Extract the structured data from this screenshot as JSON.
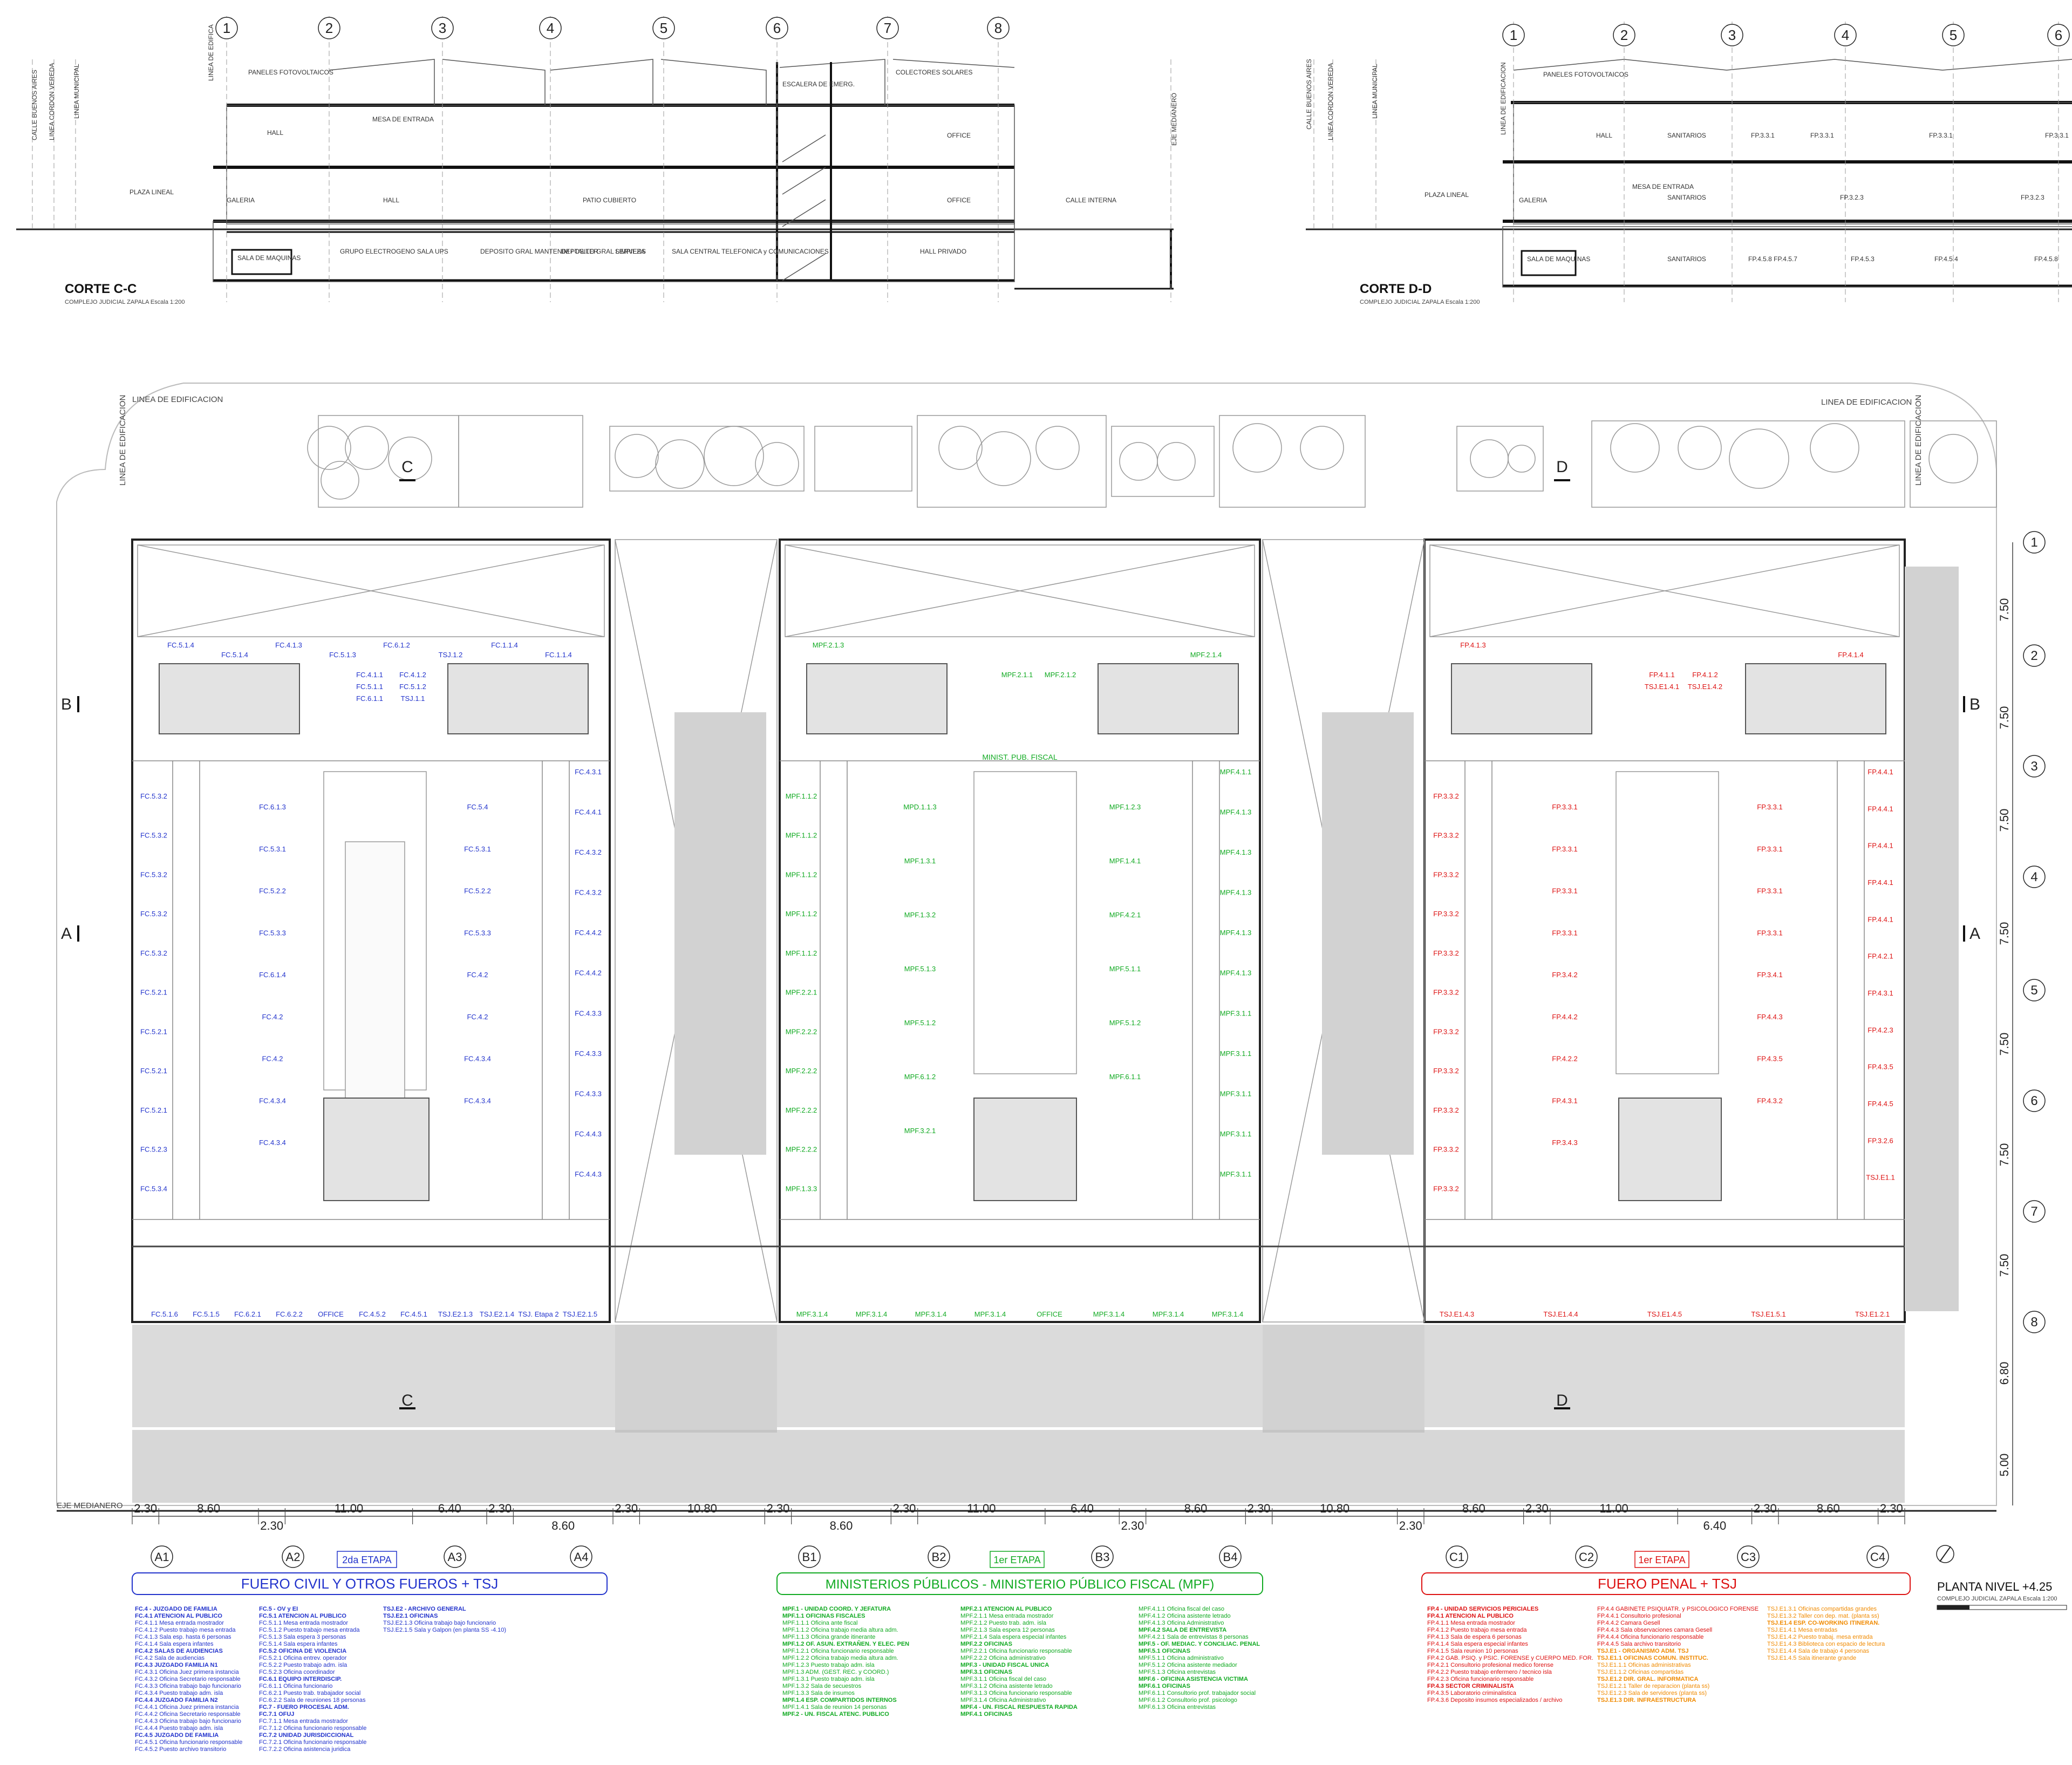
{
  "sections": {
    "cc": {
      "title": "CORTE C-C",
      "subtitle": "COMPLEJO JUDICIAL ZAPALA  Escala 1:200",
      "street_labels": [
        "CALLE BUENOS AIRES",
        "LINEA CORDON VEREDA",
        "LINEA MUNICIPAL",
        "LINEA DE EDIFICA"
      ],
      "right_label": "EJE MEDIANERO",
      "axis_numbers": [
        "1",
        "2",
        "3",
        "4",
        "5",
        "6",
        "7",
        "8"
      ],
      "roof_labels": [
        "PANELES FOTOVOLTAICOS",
        "COLECTORES SOLARES",
        "ESCALERA DE EMERG."
      ],
      "room_labels": [
        "HALL",
        "MESA DE ENTRADA",
        "GALERIA",
        "HALL",
        "PATIO CUBIERTO",
        "OFFICE",
        "OFFICE",
        "CALLE INTERNA",
        "PLAZA LINEAL"
      ],
      "basement_labels": [
        "SALA DE MAQUINAS",
        "GRUPO ELECTROGENO SALA UPS",
        "DEPOSITO GRAL MANTENIM / TALLER",
        "DEPOSITO GRAL LIMPIEZA",
        "SERVERS",
        "SALA CENTRAL TELEFONICA y COMUNICACIONES",
        "HALL PRIVADO"
      ]
    },
    "dd": {
      "title": "CORTE D-D",
      "subtitle": "COMPLEJO JUDICIAL ZAPALA  Escala 1:200",
      "street_labels": [
        "CALLE BUENOS AIRES",
        "LINEA CORDON VEREDA",
        "LINEA MUNICIPAL",
        "LINEA DE EDIFICACION"
      ],
      "axis_numbers": [
        "1",
        "2",
        "3",
        "4",
        "5",
        "6"
      ],
      "roof_labels": [
        "PANELES FOTOVOLTAICOS"
      ],
      "room_labels": [
        "HALL",
        "SANITARIOS",
        "FP.3.3.1",
        "FP.3.3.1",
        "FP.3.3.1",
        "FP.3.3.1",
        "MESA DE ENTRADA",
        "GALERIA",
        "SANITARIOS",
        "FP.3.2.3",
        "FP.3.2.3",
        "PLAZA LINEAL"
      ],
      "basement_labels": [
        "SALA DE MAQUINAS",
        "SANITARIOS",
        "FP.4.5.8 FP.4.5.7",
        "FP.4.5.3",
        "FP.4.5.4",
        "FP.4.5.8"
      ]
    }
  },
  "plan": {
    "top_edge_label": "LINEA DE EDIFICACION",
    "side_edge_label": "LINEA DE EDIFICACION",
    "bottom_edge_label": "EJE MEDIANERO",
    "section_marks": [
      "C",
      "D",
      "B",
      "A"
    ],
    "row_axes": [
      "1",
      "2",
      "3",
      "4",
      "5",
      "6",
      "7",
      "8"
    ],
    "row_dims": [
      "7.50",
      "7.50",
      "7.50",
      "7.50",
      "7.50",
      "7.50",
      "7.50",
      "6.80",
      "5.00"
    ],
    "col_dims": [
      "2.30",
      "8.60",
      "2.30",
      "11.00",
      "6.40",
      "2.30",
      "8.60",
      "2.30",
      "10.80",
      "2.30",
      "8.60",
      "2.30",
      "11.00",
      "6.40",
      "2.30",
      "8.60",
      "2.30",
      "10.80",
      "2.30",
      "8.60",
      "2.30",
      "11.00",
      "6.40",
      "2.30",
      "8.60",
      "2.30"
    ],
    "col_axes": [
      "A1",
      "A2",
      "A3",
      "A4",
      "B1",
      "B2",
      "B3",
      "B4",
      "C1",
      "C2",
      "C3",
      "C4"
    ],
    "etapas": [
      "2da ETAPA",
      "1er ETAPA",
      "1er ETAPA"
    ],
    "wing_center_labels": [
      "MINIST. PUB. FISCAL"
    ],
    "blocks": [
      {
        "name": "FUERO CIVIL Y OTROS FUEROS + TSJ",
        "color": "#2233cc",
        "labels_top": [
          "FC.5.1.4",
          "FC.5.1.4",
          "FC.4.1.3",
          "FC.5.1.3",
          "FC.6.1.2",
          "TSJ.1.2",
          "FC.1.1.4",
          "FC.1.1.4"
        ],
        "labels_left": [
          "FC.5.3.2",
          "FC.5.3.2",
          "FC.5.3.2",
          "FC.5.3.2",
          "FC.5.3.2",
          "FC.5.2.1",
          "FC.5.2.1",
          "FC.5.2.1",
          "FC.5.2.1",
          "FC.5.2.3",
          "FC.5.3.4"
        ],
        "labels_right": [
          "FC.4.3.1",
          "FC.4.4.1",
          "FC.4.3.2",
          "FC.4.3.2",
          "FC.4.4.2",
          "FC.4.4.2",
          "FC.4.3.3",
          "FC.4.3.3",
          "FC.4.3.3",
          "FC.4.4.3",
          "FC.4.4.3"
        ],
        "labels_inner": [
          "FC.6.1.3",
          "FC.5.4",
          "FC.5.3.1",
          "FC.5.3.1",
          "FC.5.2.2",
          "FC.5.2.2",
          "FC.5.3.3",
          "FC.5.3.3",
          "FC.6.1.4",
          "FC.4.2",
          "FC.4.2",
          "FC.4.2",
          "FC.4.2",
          "FC.4.3.4",
          "FC.4.3.4",
          "FC.4.3.4",
          "FC.4.3.4"
        ],
        "labels_core": [
          "FC.4.1.1",
          "FC.4.1.2",
          "FC.5.1.1",
          "FC.5.1.2",
          "FC.6.1.1",
          "TSJ.1.1"
        ],
        "labels_bottom": [
          "FC.5.1.6",
          "FC.5.1.5",
          "FC.6.2.1",
          "FC.6.2.2",
          "OFFICE",
          "FC.4.5.2",
          "FC.4.5.1",
          "TSJ.E2.1.3",
          "TSJ.E2.1.4",
          "TSJ. Etapa 2",
          "TSJ.E2.1.5"
        ]
      },
      {
        "name": "MINISTERIOS PÚBLICOS - MINISTERIO PÚBLICO FISCAL (MPF)",
        "color": "#11aa22",
        "labels_top": [
          "MPF.2.1.3",
          "MPF.2.1.4"
        ],
        "labels_left": [
          "MPF.1.1.2",
          "MPF.1.1.2",
          "MPF.1.1.2",
          "MPF.1.1.2",
          "MPF.1.1.2",
          "MPF.2.2.1",
          "MPF.2.2.2",
          "MPF.2.2.2",
          "MPF.2.2.2",
          "MPF.2.2.2",
          "MPF.1.3.3"
        ],
        "labels_right": [
          "MPF.4.1.1",
          "MPF.4.1.3",
          "MPF.4.1.3",
          "MPF.4.1.3",
          "MPF.4.1.3",
          "MPF.4.1.3",
          "MPF.3.1.1",
          "MPF.3.1.1",
          "MPF.3.1.1",
          "MPF.3.1.1",
          "MPF.3.1.1"
        ],
        "labels_inner": [
          "MPD.1.1.3",
          "MPF.1.2.3",
          "MPF.1.3.1",
          "MPF.1.4.1",
          "MPF.1.3.2",
          "MPF.4.2.1",
          "MPF.5.1.3",
          "MPF.5.1.1",
          "MPF.5.1.2",
          "MPF.5.1.2",
          "MPF.6.1.2",
          "MPF.6.1.1",
          "MPF.3.2.1"
        ],
        "labels_core": [
          "MPF.2.1.1",
          "MPF.2.1.2"
        ],
        "labels_bottom": [
          "MPF.3.1.4",
          "MPF.3.1.4",
          "MPF.3.1.4",
          "MPF.3.1.4",
          "OFFICE",
          "MPF.3.1.4",
          "MPF.3.1.4",
          "MPF.3.1.4"
        ]
      },
      {
        "name": "FUERO PENAL + TSJ",
        "color": "#dd1111",
        "labels_top": [
          "FP.4.1.3",
          "FP.4.1.4"
        ],
        "labels_left": [
          "FP.3.3.2",
          "FP.3.3.2",
          "FP.3.3.2",
          "FP.3.3.2",
          "FP.3.3.2",
          "FP.3.3.2",
          "FP.3.3.2",
          "FP.3.3.2",
          "FP.3.3.2",
          "FP.3.3.2",
          "FP.3.3.2"
        ],
        "labels_right": [
          "FP.4.4.1",
          "FP.4.4.1",
          "FP.4.4.1",
          "FP.4.4.1",
          "FP.4.4.1",
          "FP.4.2.1",
          "FP.4.3.1",
          "FP.4.2.3",
          "FP.4.3.5",
          "FP.4.4.5",
          "FP.3.2.6",
          "TSJ.E1.1"
        ],
        "labels_inner": [
          "FP.3.3.1",
          "FP.3.3.1",
          "FP.3.3.1",
          "FP.3.3.1",
          "FP.3.3.1",
          "FP.3.3.1",
          "FP.3.3.1",
          "FP.3.3.1",
          "FP.3.4.2",
          "FP.3.4.1",
          "FP.4.4.2",
          "FP.4.4.3",
          "FP.4.2.2",
          "FP.4.3.5",
          "FP.4.3.1",
          "FP.4.3.2",
          "FP.3.4.3"
        ],
        "labels_core": [
          "FP.4.1.1",
          "FP.4.1.2",
          "TSJ.E1.4.1",
          "TSJ.E1.4.2"
        ],
        "labels_bottom": [
          "TSJ.E1.4.3",
          "TSJ.E1.4.4",
          "TSJ.E1.4.5",
          "TSJ.E1.5.1",
          "TSJ.E1.2.1"
        ]
      }
    ],
    "legend": {
      "civil": [
        "FC.4 - JUZGADO DE FAMILIA",
        "FC.4.1 ATENCION AL PUBLICO",
        "FC.4.1.1 Mesa entrada mostrador",
        "FC.4.1.2 Puesto trabajo mesa entrada",
        "FC.4.1.3 Sala esp. hasta 6 personas",
        "FC.4.1.4 Sala espera infantes",
        "FC.4.2 SALAS DE AUDIENCIAS",
        "FC.4.2 Sala de audiencias",
        "FC.4.3 JUZGADO FAMILIA N1",
        "FC.4.3.1 Oficina Juez primera instancia",
        "FC.4.3.2 Oficina Secretario responsable",
        "FC.4.3.3 Oficina trabajo bajo funcionario",
        "FC.4.3.4 Puesto trabajo adm. isla",
        "FC.4.4 JUZGADO FAMILIA N2",
        "FC.4.4.1 Oficina Juez primera instancia",
        "FC.4.4.2 Oficina Secretario responsable",
        "FC.4.4.3 Oficina trabajo bajo funcionario",
        "FC.4.4.4 Puesto trabajo adm. isla",
        "FC.4.5 JUZGADO DE FAMILIA",
        "FC.4.5.1 Oficina funcionario responsable",
        "FC.4.5.2 Puesto archivo transitorio",
        "FC.5 - OV y EI",
        "FC.5.1 ATENCION AL PUBLICO",
        "FC.5.1.1 Mesa entrada mostrador",
        "FC.5.1.2 Puesto trabajo mesa entrada",
        "FC.5.1.3 Sala espera 3 personas",
        "FC.5.1.4 Sala espera infantes",
        "FC.5.2 OFICINA DE VIOLENCIA",
        "FC.5.2.1 Oficina entrev. operador",
        "FC.5.2.2 Puesto trabajo adm. isla",
        "FC.5.2.3 Oficina coordinador",
        "FC.6.1 EQUIPO INTERDISCIP.",
        "FC.6.1.1 Oficina funcionario",
        "FC.6.2.1 Puesto trab. trabajador social",
        "FC.6.2.2 Sala de reuniones 18 personas",
        "FC.7 - FUERO PROCESAL ADM.",
        "FC.7.1 OFUJ",
        "FC.7.1.1 Mesa entrada mostrador",
        "FC.7.1.2 Oficina funcionario responsable",
        "FC.7.2 UNIDAD JURISDICCIONAL",
        "FC.7.2.1 Oficina funcionario responsable",
        "FC.7.2.2 Oficina asistencia juridica",
        "TSJ.E2 - ARCHIVO GENERAL",
        "TSJ.E2.1 OFICINAS",
        "TSJ.E2.1.3 Oficina trabajo bajo funcionario",
        "TSJ.E2.1.5 Sala y Galpon (en planta SS -4.10)"
      ],
      "mpf": [
        "MPF.1 - UNIDAD COORD. Y JEFATURA",
        "MPF.1.1 OFICINAS FISCALES",
        "MPF.1.1.1 Oficina ante fiscal",
        "MPF.1.1.2 Oficina trabajo media altura adm.",
        "MPF.1.1.3 Oficina grande itinerante",
        "MPF.1.2 OF. ASUN. EXTRAÑEN. Y ELEC. PEN",
        "MPF.1.2.1 Oficina funcionario responsable",
        "MPF.1.2.2 Oficina trabajo media altura adm.",
        "MPF.1.2.3 Puesto trabajo adm. isla",
        "MPF.1.3 ADM. (GEST. REC. y COORD.)",
        "MPF.1.3.1 Puesto trabajo adm. isla",
        "MPF.1.3.2 Sala de secuestros",
        "MPF.1.3.3 Sala de insumos",
        "MPF.1.4 ESP. COMPARTIDOS INTERNOS",
        "MPF.1.4.1 Sala de reunion 14 personas",
        "MPF.2 - UN. FISCAL ATENC. PUBLICO",
        "MPF.2.1 ATENCION AL PUBLICO",
        "MPF.2.1.1 Mesa entrada mostrador",
        "MPF.2.1.2 Puesto trab. adm. isla",
        "MPF.2.1.3 Sala espera 12 personas",
        "MPF.2.1.4 Sala espera especial infantes",
        "MPF.2.2 OFICINAS",
        "MPF.2.2.1 Oficina funcionario responsable",
        "MPF.2.2.2 Oficina administrativo",
        "MPF.3 - UNIDAD FISCAL UNICA",
        "MPF.3.1 OFICINAS",
        "MPF.3.1.1 Oficina fiscal del caso",
        "MPF.3.1.2 Oficina asistente letrado",
        "MPF.3.1.3 Oficina funcionario responsable",
        "MPF.3.1.4 Oficina Administrativo",
        "MPF.4 - UN. FISCAL RESPUESTA RAPIDA",
        "MPF.4.1 OFICINAS",
        "MPF.4.1.1 Oficina fiscal del caso",
        "MPF.4.1.2 Oficina asistente letrado",
        "MPF.4.1.3 Oficina Administrativo",
        "MPF.4.2 SALA DE ENTREVISTA",
        "MPF.4.2.1 Sala de entrevistas 8 personas",
        "MPF.5 - OF. MEDIAC. Y CONCILIAC. PENAL",
        "MPF.5.1 OFICINAS",
        "MPF.5.1.1 Oficina administrativo",
        "MPF.5.1.2 Oficina asistente mediador",
        "MPF.5.1.3 Oficina entrevistas",
        "MPF.6 - OFICINA ASISTENCIA VICTIMA",
        "MPF.6.1 OFICINAS",
        "MPF.6.1.1 Consultorio prof. trabajador social",
        "MPF.6.1.2 Consultorio prof. psicologo",
        "MPF.6.1.3 Oficina entrevistas"
      ],
      "penal": [
        "FP.4 - UNIDAD SERVICIOS PERICIALES",
        "FP.4.1 ATENCION AL PUBLICO",
        "FP.4.1.1 Mesa entrada mostrador",
        "FP.4.1.2 Puesto trabajo mesa entrada",
        "FP.4.1.3 Sala de espera 6 personas",
        "FP.4.1.4 Sala espera especial infantes",
        "FP.4.1.5 Sala reunion 10 personas",
        "FP.4.2 GAB. PSIQ. y PSIC. FORENSE y CUERPO MED. FOR.",
        "FP.4.2.1 Consultorio profesional medico forense",
        "FP.4.2.2 Puesto trabajo enfermero / tecnico isla",
        "FP.4.2.3 Oficina funcionario responsable",
        "FP.4.3 SECTOR CRIMINALISTA",
        "FP.4.3.5 Laboratorio criminalistica",
        "FP.4.3.6 Deposito insumos especializados / archivo",
        "FP.4.4 GABINETE PSIQUIATR. y PSICOLOGICO FORENSE",
        "FP.4.4.1 Consultorio profesional",
        "FP.4.4.2 Camara Gesell",
        "FP.4.4.3 Sala observaciones camara Gesell",
        "FP.4.4.4 Oficina funcionario responsable",
        "FP.4.4.5 Sala archivo transitorio",
        "TSJ.E1 - ORGANISMO ADM. TSJ",
        "TSJ.E1.1 OFICINAS COMUN. INSTITUC.",
        "TSJ.E1.1.1 Oficinas administrativas",
        "TSJ.E1.1.2 Oficinas compartidas",
        "TSJ.E1.2 DIR. GRAL. INFORMATICA",
        "TSJ.E1.2.1 Taller de reparacion (planta ss)",
        "TSJ.E1.2.3 Sala de servidores (planta ss)",
        "TSJ.E1.3 DIR. INFRAESTRUCTURA",
        "TSJ.E1.3.1 Oficinas compartidas grandes",
        "TSJ.E1.3.2 Taller con dep. mat. (planta ss)",
        "TSJ.E1.4 ESP. CO-WORKING ITINERAN.",
        "TSJ.E1.4.1 Mesa entradas",
        "TSJ.E1.4.2 Puesto trabaj. mesa entrada",
        "TSJ.E1.4.3 Biblioteca con espacio de lectura",
        "TSJ.E1.4.4 Sala de trabajo 4 personas",
        "TSJ.E1.4.5 Sala itinerante grande"
      ]
    },
    "level_label": "PLANTA NIVEL +4.25",
    "level_sub": "COMPLEJO JUDICIAL ZAPALA  Escala 1:200"
  }
}
